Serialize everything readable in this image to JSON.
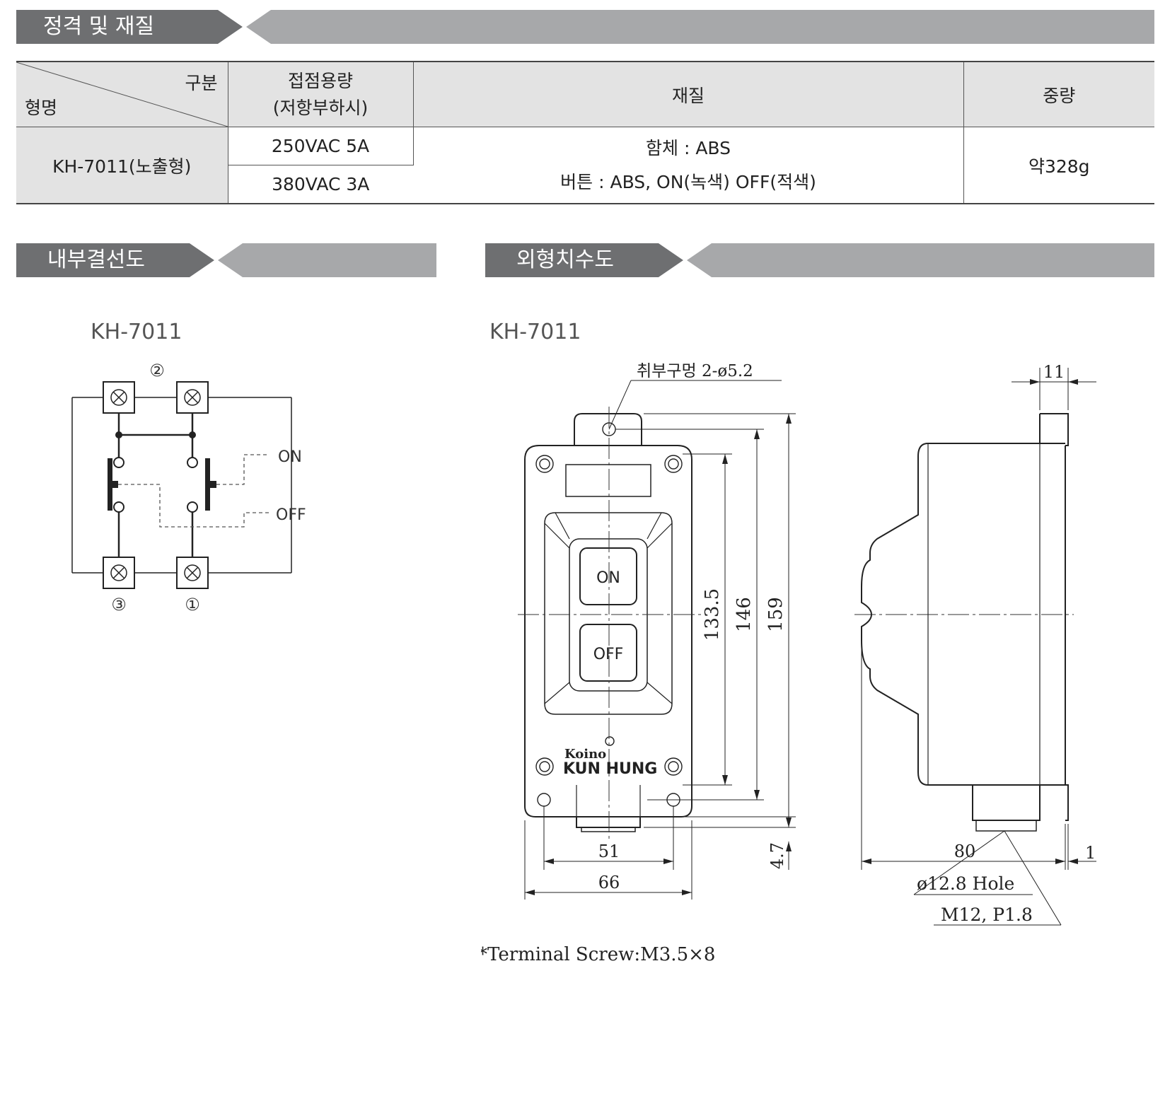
{
  "sections": {
    "rating": "정격 및 재질",
    "wiring": "내부결선도",
    "dimensions": "외형치수도"
  },
  "spec_table": {
    "header": {
      "category": "구분",
      "model": "형명",
      "capacity": "접점용량\n(저항부하시)",
      "material": "재질",
      "weight": "중량"
    },
    "row": {
      "model": "KH-7011(노출형)",
      "capacity_1": "250VAC 5A",
      "capacity_2": "380VAC 3A",
      "material_1": "함체 : ABS",
      "material_2": "버튼 : ABS, ON(녹색) OFF(적색)",
      "weight": "약328g"
    }
  },
  "wiring_diagram": {
    "model": "KH-7011",
    "terminal_labels": [
      "②",
      "③",
      "①"
    ],
    "on_label": "ON",
    "off_label": "OFF"
  },
  "dimension_drawing": {
    "model": "KH-7011",
    "mount_hole_note": "취부구멍 2-ø5.2",
    "button_on": "ON",
    "button_off": "OFF",
    "brand_small": "Koino",
    "brand_large": "KUN HUNG",
    "dims": {
      "d_133_5": "133.5",
      "d_146": "146",
      "d_159": "159",
      "d_4_7": "4.7",
      "d_51": "51",
      "d_66": "66",
      "d_11": "11",
      "d_80": "80",
      "d_1": "1"
    },
    "hole_note": "ø12.8  Hole",
    "thread_note": "M12,  P1.8",
    "terminal_note": "*Terminal  Screw:M3.5×8"
  }
}
